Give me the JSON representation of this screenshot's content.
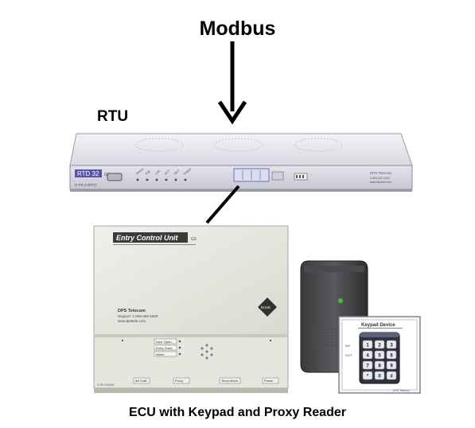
{
  "diagram": {
    "title": "Modbus",
    "rtu_label": "RTU",
    "caption": "ECU with Keypad and Proxy Reader"
  },
  "rtu_device": {
    "model_badge": "RTD 32",
    "badge_suffix": "G3",
    "part_number": "D-PK-G4RTD",
    "vendor": "DPS Telecom",
    "vendor_phone": "1-800-622-3314",
    "vendor_site": "www.dpstele.com",
    "indicators": [
      "Status",
      "Fail",
      "LNK",
      "ACT",
      "NET",
      "Power"
    ]
  },
  "ecu_device": {
    "title_badge": "Entry Control Unit",
    "badge_suffix": "G3",
    "vendor": "DPS Telecom",
    "support_line": "Support: 1-559-454-1600",
    "vendor_site": "www.dpstele.com",
    "rohs": "RoHS",
    "status_indicators": [
      "Door Open",
      "Entry Grant",
      "Alarm"
    ],
    "bottom_ports": [
      "Alt Craft",
      "Proxy",
      "Temp Alarm",
      "Power"
    ],
    "part_number": "D-PK-ECBUK"
  },
  "keypad_device": {
    "title": "Keypad Device",
    "side_labels": [
      "NO",
      "OUT"
    ],
    "keys": [
      "1",
      "2",
      "3",
      "4",
      "5",
      "6",
      "7",
      "8",
      "9",
      "*",
      "0",
      "#"
    ],
    "vendor": "DPS Telecom"
  },
  "colors": {
    "arrow": "#000000",
    "rtu_badge": "#5b52a8",
    "ecu_badge": "#3a3a3a",
    "proxy_led": "#3fbf3f"
  }
}
